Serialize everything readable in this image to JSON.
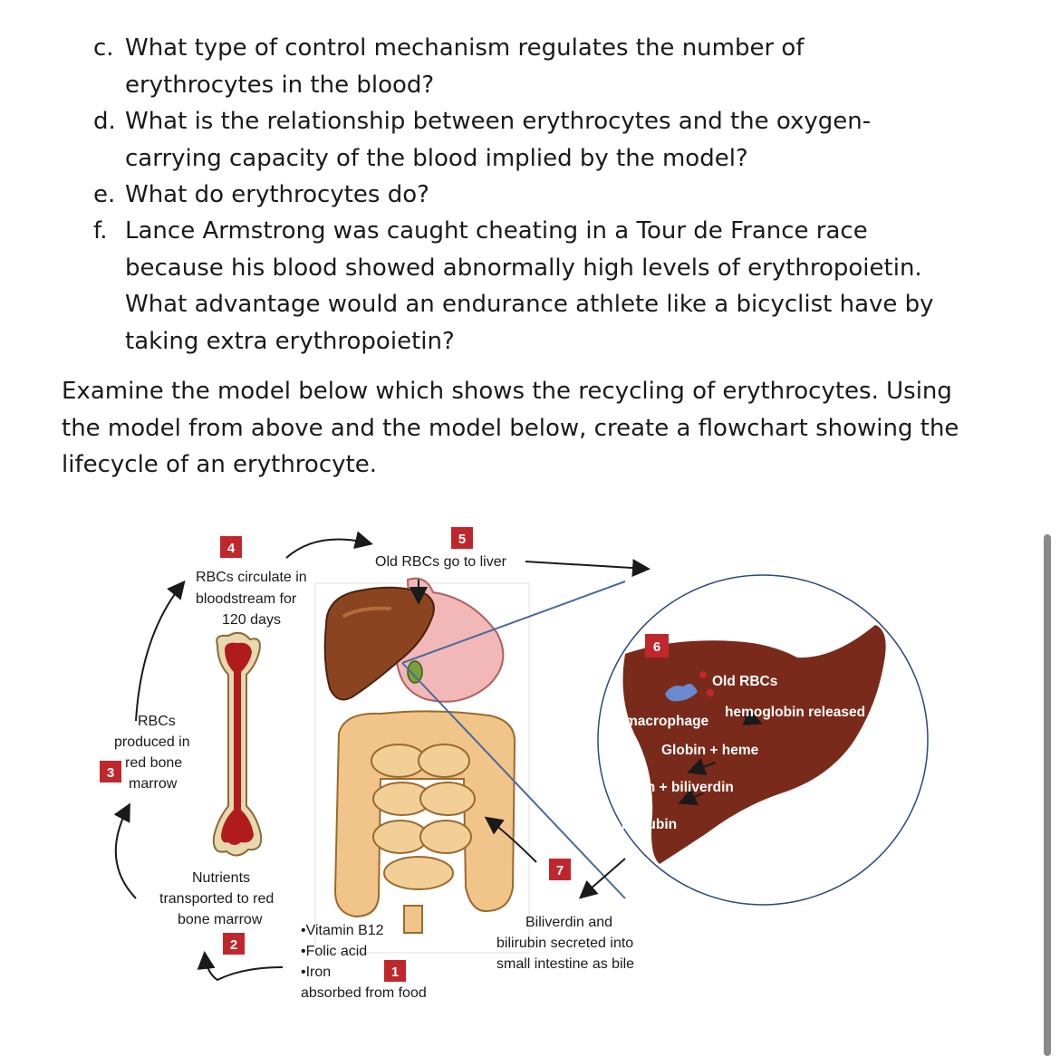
{
  "questions": [
    {
      "letter": "c.",
      "text": "What type of control mechanism regulates the number of erythrocytes in the blood?"
    },
    {
      "letter": "d.",
      "text": "What is the relationship between erythrocytes and the oxygen-carrying capacity of the blood implied by the model?"
    },
    {
      "letter": "e.",
      "text": "What do erythrocytes do?"
    },
    {
      "letter": "f.",
      "text": "Lance Armstrong was caught cheating in a Tour de France race because his blood showed abnormally high levels of erythropoietin. What advantage would an endurance athlete like a bicyclist have by taking extra erythropoietin?"
    }
  ],
  "instruction": "Examine the model below which shows the recycling of erythrocytes. Using the model from above and the model below, create a flowchart showing the lifecycle of an erythrocyte.",
  "diagram": {
    "steps": {
      "s1": {
        "num": "1",
        "lines": [
          "•Vitamin B12",
          "•Folic acid",
          "•Iron",
          "absorbed from food"
        ]
      },
      "s2": {
        "num": "2",
        "lines": [
          "Nutrients",
          "transported to red",
          "bone marrow"
        ]
      },
      "s3": {
        "num": "3",
        "lines": [
          "RBCs",
          "produced in",
          "red bone",
          "marrow"
        ]
      },
      "s4": {
        "num": "4",
        "lines": [
          "RBCs circulate in",
          "bloodstream for",
          "120 days"
        ]
      },
      "s5": {
        "num": "5",
        "label": "Old RBCs go to liver"
      },
      "s6": {
        "num": "6",
        "old_rbcs": "Old RBCs",
        "macrophage": "macrophage",
        "hemoglobin": "hemoglobin released",
        "globin": "Globin + heme",
        "iron": "Iron + biliverdin",
        "bilirubin": "bilirubin"
      },
      "s7": {
        "num": "7",
        "lines": [
          "Biliverdin and",
          "bilirubin secreted into",
          "small intestine as bile"
        ]
      }
    },
    "colors": {
      "badge": "#c0272d",
      "liver": "#7a2a1a",
      "bone": "#e8d8b0",
      "marrow": "#b01c1c",
      "intestine": "#f1c48a"
    }
  }
}
